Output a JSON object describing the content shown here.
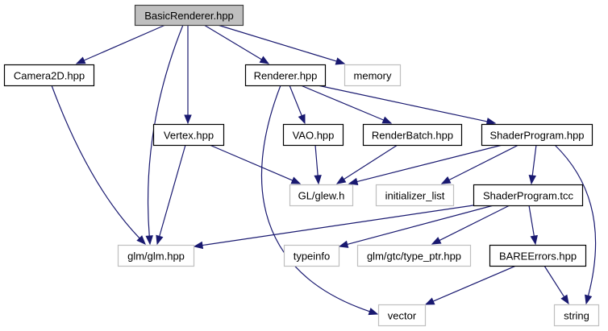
{
  "diagram": {
    "type": "include-dependency-graph",
    "colors": {
      "edge": "#191970",
      "root_fill": "#bfbfbf",
      "root_border": "#404040",
      "local_border": "#000000",
      "system_border": "#bfbfbf"
    },
    "nodes": [
      {
        "id": "basic_renderer",
        "label": "BasicRenderer.hpp",
        "kind": "root"
      },
      {
        "id": "camera2d",
        "label": "Camera2D.hpp",
        "kind": "local"
      },
      {
        "id": "renderer",
        "label": "Renderer.hpp",
        "kind": "local"
      },
      {
        "id": "memory",
        "label": "memory",
        "kind": "system"
      },
      {
        "id": "vertex",
        "label": "Vertex.hpp",
        "kind": "local"
      },
      {
        "id": "vao",
        "label": "VAO.hpp",
        "kind": "local"
      },
      {
        "id": "render_batch",
        "label": "RenderBatch.hpp",
        "kind": "local"
      },
      {
        "id": "shader_program_hpp",
        "label": "ShaderProgram.hpp",
        "kind": "local"
      },
      {
        "id": "glew",
        "label": "GL/glew.h",
        "kind": "system"
      },
      {
        "id": "initializer_list",
        "label": "initializer_list",
        "kind": "system"
      },
      {
        "id": "shader_program_tcc",
        "label": "ShaderProgram.tcc",
        "kind": "local"
      },
      {
        "id": "glm",
        "label": "glm/glm.hpp",
        "kind": "system"
      },
      {
        "id": "typeinfo",
        "label": "typeinfo",
        "kind": "system"
      },
      {
        "id": "type_ptr",
        "label": "glm/gtc/type_ptr.hpp",
        "kind": "system"
      },
      {
        "id": "bare_errors",
        "label": "BAREErrors.hpp",
        "kind": "local"
      },
      {
        "id": "vector",
        "label": "vector",
        "kind": "system"
      },
      {
        "id": "string",
        "label": "string",
        "kind": "system"
      }
    ],
    "edges": [
      {
        "from": "basic_renderer",
        "to": "camera2d"
      },
      {
        "from": "basic_renderer",
        "to": "glm"
      },
      {
        "from": "basic_renderer",
        "to": "vertex"
      },
      {
        "from": "basic_renderer",
        "to": "renderer"
      },
      {
        "from": "basic_renderer",
        "to": "memory"
      },
      {
        "from": "camera2d",
        "to": "glm"
      },
      {
        "from": "vertex",
        "to": "glm"
      },
      {
        "from": "vertex",
        "to": "glew"
      },
      {
        "from": "renderer",
        "to": "vao"
      },
      {
        "from": "renderer",
        "to": "render_batch"
      },
      {
        "from": "renderer",
        "to": "shader_program_hpp"
      },
      {
        "from": "renderer",
        "to": "vector"
      },
      {
        "from": "vao",
        "to": "glew"
      },
      {
        "from": "render_batch",
        "to": "glew"
      },
      {
        "from": "shader_program_hpp",
        "to": "glew"
      },
      {
        "from": "shader_program_hpp",
        "to": "initializer_list"
      },
      {
        "from": "shader_program_hpp",
        "to": "shader_program_tcc"
      },
      {
        "from": "shader_program_hpp",
        "to": "string"
      },
      {
        "from": "shader_program_tcc",
        "to": "glm"
      },
      {
        "from": "shader_program_tcc",
        "to": "typeinfo"
      },
      {
        "from": "shader_program_tcc",
        "to": "type_ptr"
      },
      {
        "from": "shader_program_tcc",
        "to": "bare_errors"
      },
      {
        "from": "bare_errors",
        "to": "vector"
      },
      {
        "from": "bare_errors",
        "to": "string"
      }
    ]
  }
}
